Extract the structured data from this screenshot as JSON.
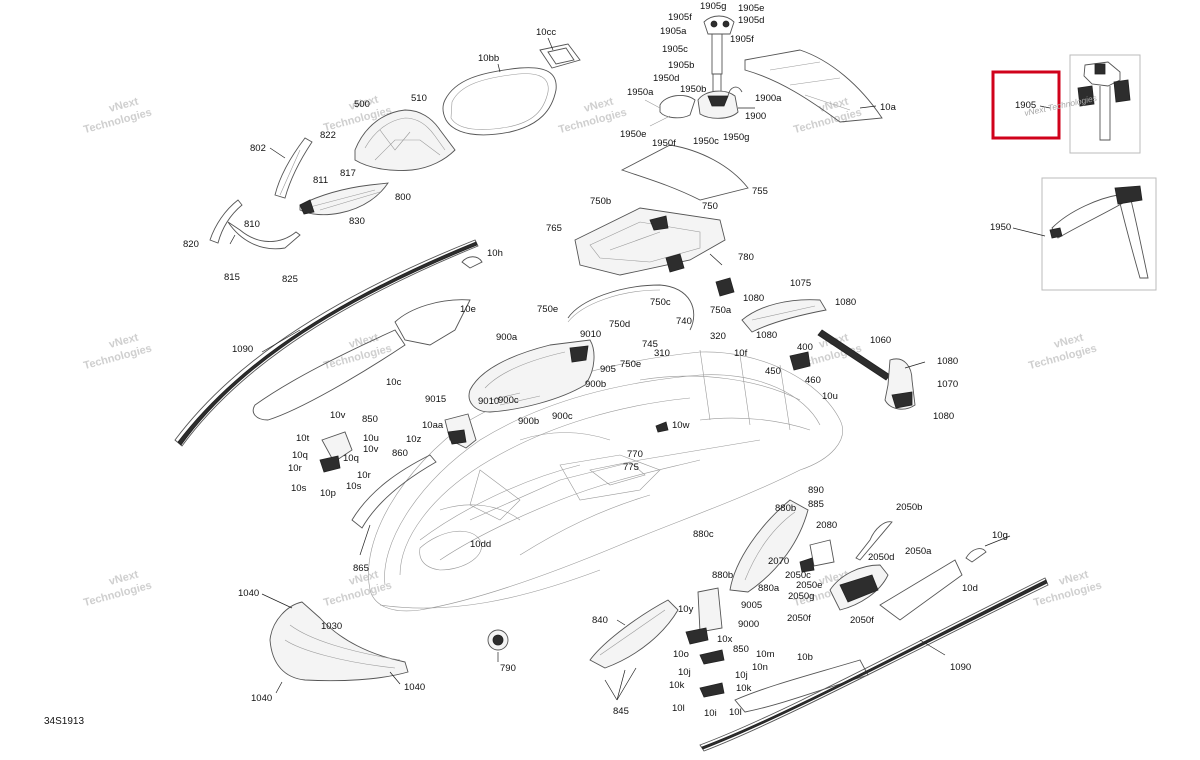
{
  "diagram_code": "34S1913",
  "highlight_color": "#d0021b",
  "watermark": {
    "line1": "vNext",
    "line2": "Technologies",
    "full": "vNext Technologies"
  },
  "labels": [
    {
      "id": "l1905g",
      "text": "1905g"
    },
    {
      "id": "l1905e",
      "text": "1905e"
    },
    {
      "id": "l1905f_a",
      "text": "1905f"
    },
    {
      "id": "l1905d",
      "text": "1905d"
    },
    {
      "id": "l1905a",
      "text": "1905a"
    },
    {
      "id": "l1905f_b",
      "text": "1905f"
    },
    {
      "id": "l1905c",
      "text": "1905c"
    },
    {
      "id": "l1905b",
      "text": "1905b"
    },
    {
      "id": "l10cc",
      "text": "10cc"
    },
    {
      "id": "l10bb",
      "text": "10bb"
    },
    {
      "id": "l500",
      "text": "500"
    },
    {
      "id": "l510",
      "text": "510"
    },
    {
      "id": "l802",
      "text": "802"
    },
    {
      "id": "l822",
      "text": "822"
    },
    {
      "id": "l811",
      "text": "811"
    },
    {
      "id": "l817",
      "text": "817"
    },
    {
      "id": "l800",
      "text": "800"
    },
    {
      "id": "l810",
      "text": "810"
    },
    {
      "id": "l830",
      "text": "830"
    },
    {
      "id": "l820",
      "text": "820"
    },
    {
      "id": "l815",
      "text": "815"
    },
    {
      "id": "l825",
      "text": "825"
    },
    {
      "id": "l1950d",
      "text": "1950d"
    },
    {
      "id": "l1950a",
      "text": "1950a"
    },
    {
      "id": "l1950b",
      "text": "1950b"
    },
    {
      "id": "l1900a",
      "text": "1900a"
    },
    {
      "id": "l10a",
      "text": "10a"
    },
    {
      "id": "l1900",
      "text": "1900"
    },
    {
      "id": "l1950e",
      "text": "1950e"
    },
    {
      "id": "l1950c",
      "text": "1950c"
    },
    {
      "id": "l1950g",
      "text": "1950g"
    },
    {
      "id": "l1950f",
      "text": "1950f"
    },
    {
      "id": "l755",
      "text": "755"
    },
    {
      "id": "l750b",
      "text": "750b"
    },
    {
      "id": "l750",
      "text": "750"
    },
    {
      "id": "l765",
      "text": "765"
    },
    {
      "id": "l780",
      "text": "780"
    },
    {
      "id": "l10h",
      "text": "10h"
    },
    {
      "id": "l10e",
      "text": "10e"
    },
    {
      "id": "l750e",
      "text": "750e"
    },
    {
      "id": "l750c",
      "text": "750c"
    },
    {
      "id": "l750a",
      "text": "750a"
    },
    {
      "id": "l750d",
      "text": "750d"
    },
    {
      "id": "l740",
      "text": "740"
    },
    {
      "id": "l9010top",
      "text": "9010"
    },
    {
      "id": "l745",
      "text": "745"
    },
    {
      "id": "l320",
      "text": "320"
    },
    {
      "id": "l900a",
      "text": "900a"
    },
    {
      "id": "l310",
      "text": "310"
    },
    {
      "id": "l10f",
      "text": "10f"
    },
    {
      "id": "l905",
      "text": "905"
    },
    {
      "id": "l750e_b",
      "text": "750e"
    },
    {
      "id": "l1075",
      "text": "1075"
    },
    {
      "id": "l1080a",
      "text": "1080"
    },
    {
      "id": "l1080b",
      "text": "1080"
    },
    {
      "id": "l1080c",
      "text": "1080"
    },
    {
      "id": "l1060",
      "text": "1060"
    },
    {
      "id": "l400",
      "text": "400"
    },
    {
      "id": "l450",
      "text": "450"
    },
    {
      "id": "l460",
      "text": "460"
    },
    {
      "id": "l10u_top",
      "text": "10u"
    },
    {
      "id": "l1080d",
      "text": "1080"
    },
    {
      "id": "l1070",
      "text": "1070"
    },
    {
      "id": "l1080e",
      "text": "1080"
    },
    {
      "id": "l1090a",
      "text": "1090"
    },
    {
      "id": "l10c",
      "text": "10c"
    },
    {
      "id": "l900b_a",
      "text": "900b"
    },
    {
      "id": "l9015",
      "text": "9015"
    },
    {
      "id": "l9010",
      "text": "9010"
    },
    {
      "id": "l900c_a",
      "text": "900c"
    },
    {
      "id": "l900b_b",
      "text": "900b"
    },
    {
      "id": "l900c_b",
      "text": "900c"
    },
    {
      "id": "l10v_a",
      "text": "10v"
    },
    {
      "id": "l850a",
      "text": "850"
    },
    {
      "id": "l10t",
      "text": "10t"
    },
    {
      "id": "l10u",
      "text": "10u"
    },
    {
      "id": "l10v_b",
      "text": "10v"
    },
    {
      "id": "l10aa",
      "text": "10aa"
    },
    {
      "id": "l10q_a",
      "text": "10q"
    },
    {
      "id": "l10q_b",
      "text": "10q"
    },
    {
      "id": "l10r_a",
      "text": "10r"
    },
    {
      "id": "l10r_b",
      "text": "10r"
    },
    {
      "id": "l10s_a",
      "text": "10s"
    },
    {
      "id": "l10s_b",
      "text": "10s"
    },
    {
      "id": "l10p",
      "text": "10p"
    },
    {
      "id": "l10z",
      "text": "10z"
    },
    {
      "id": "l860",
      "text": "860"
    },
    {
      "id": "l10w",
      "text": "10w"
    },
    {
      "id": "l770",
      "text": "770"
    },
    {
      "id": "l775",
      "text": "775"
    },
    {
      "id": "l10dd",
      "text": "10dd"
    },
    {
      "id": "l865",
      "text": "865"
    },
    {
      "id": "l890",
      "text": "890"
    },
    {
      "id": "l880b",
      "text": "880b"
    },
    {
      "id": "l885",
      "text": "885"
    },
    {
      "id": "l2080",
      "text": "2080"
    },
    {
      "id": "l2050b",
      "text": "2050b"
    },
    {
      "id": "l880c",
      "text": "880c"
    },
    {
      "id": "l2070",
      "text": "2070"
    },
    {
      "id": "l2050d",
      "text": "2050d"
    },
    {
      "id": "l2050a",
      "text": "2050a"
    },
    {
      "id": "l10g",
      "text": "10g"
    },
    {
      "id": "l2050c",
      "text": "2050c"
    },
    {
      "id": "l2050e",
      "text": "2050e"
    },
    {
      "id": "l880b_b",
      "text": "880b"
    },
    {
      "id": "l880a",
      "text": "880a"
    },
    {
      "id": "l2050g",
      "text": "2050g"
    },
    {
      "id": "l10d",
      "text": "10d"
    },
    {
      "id": "l1040a",
      "text": "1040"
    },
    {
      "id": "l1030",
      "text": "1030"
    },
    {
      "id": "l9005",
      "text": "9005"
    },
    {
      "id": "l10y",
      "text": "10y"
    },
    {
      "id": "l9000",
      "text": "9000"
    },
    {
      "id": "l2050f_a",
      "text": "2050f"
    },
    {
      "id": "l2050f_b",
      "text": "2050f"
    },
    {
      "id": "l840",
      "text": "840"
    },
    {
      "id": "l10x",
      "text": "10x"
    },
    {
      "id": "l790",
      "text": "790"
    },
    {
      "id": "l850b",
      "text": "850"
    },
    {
      "id": "l10o",
      "text": "10o"
    },
    {
      "id": "l10m",
      "text": "10m"
    },
    {
      "id": "l10n",
      "text": "10n"
    },
    {
      "id": "l10j_a",
      "text": "10j"
    },
    {
      "id": "l10j_b",
      "text": "10j"
    },
    {
      "id": "l10b",
      "text": "10b"
    },
    {
      "id": "l1090b",
      "text": "1090"
    },
    {
      "id": "l10k_a",
      "text": "10k"
    },
    {
      "id": "l10k_b",
      "text": "10k"
    },
    {
      "id": "l1040b",
      "text": "1040"
    },
    {
      "id": "l1040c",
      "text": "1040"
    },
    {
      "id": "l845",
      "text": "845"
    },
    {
      "id": "l10l_a",
      "text": "10l"
    },
    {
      "id": "l10i",
      "text": "10i"
    },
    {
      "id": "l10l_b",
      "text": "10l"
    },
    {
      "id": "l1905",
      "text": "1905"
    },
    {
      "id": "l1950",
      "text": "1950"
    }
  ]
}
